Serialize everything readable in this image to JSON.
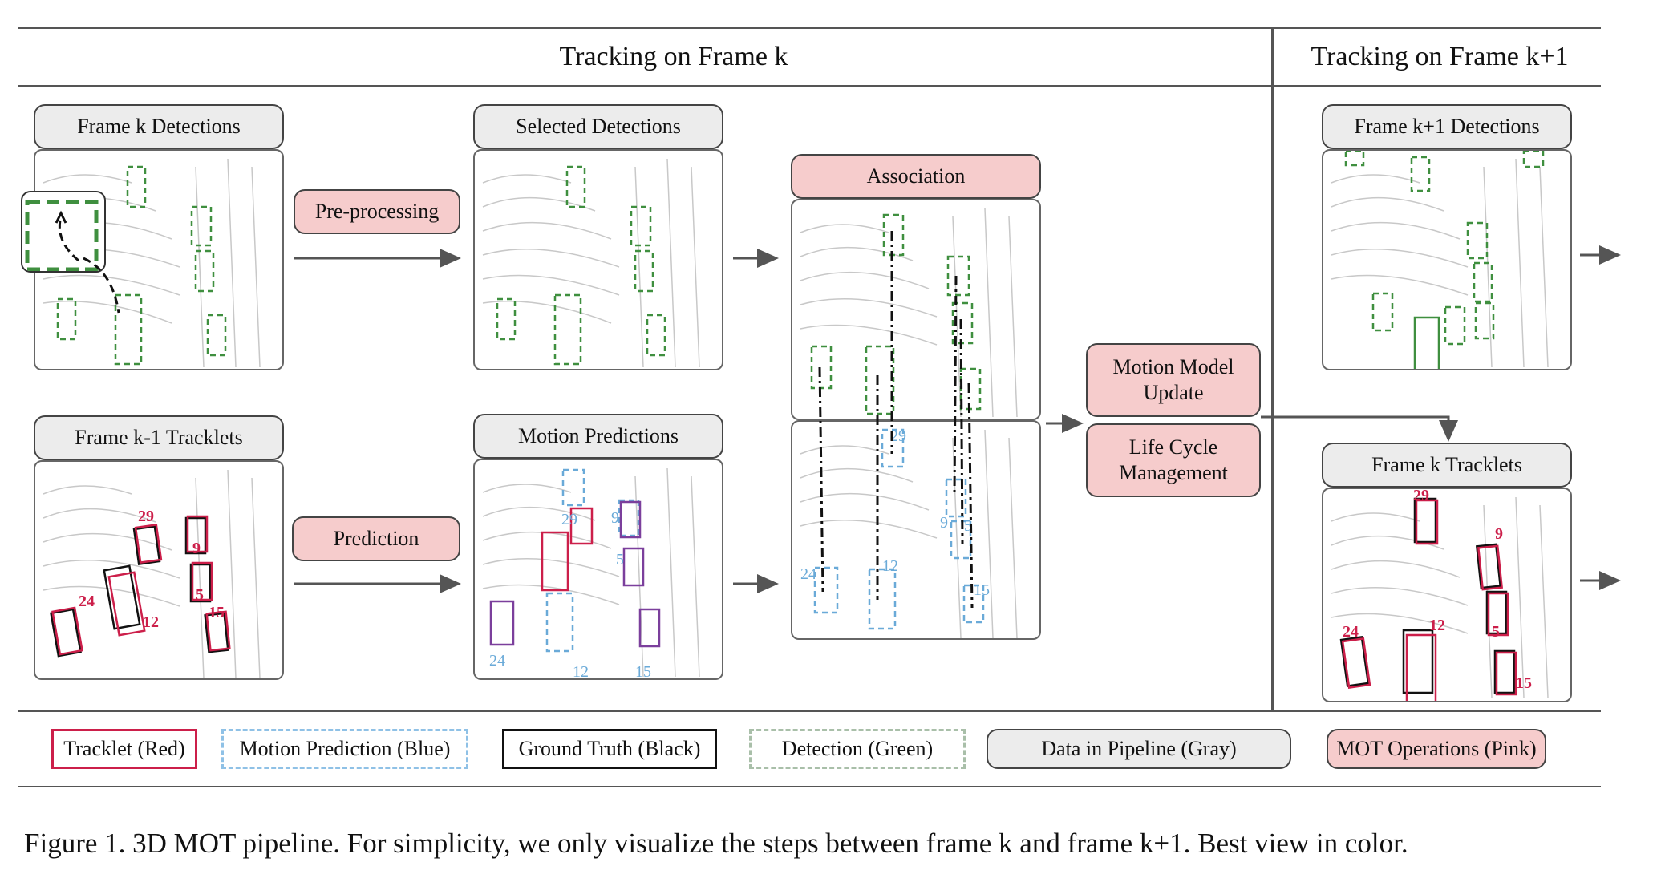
{
  "headers": {
    "frame_k": "Tracking on Frame k",
    "frame_k1": "Tracking on Frame k+1"
  },
  "data_labels": {
    "frame_k_detections": "Frame k Detections",
    "selected_detections": "Selected Detections",
    "frame_k1_detections": "Frame k+1 Detections",
    "frame_km1_tracklets": "Frame k-1 Tracklets",
    "motion_predictions": "Motion Predictions",
    "frame_k_tracklets": "Frame k Tracklets"
  },
  "operations": {
    "preprocessing": "Pre-processing",
    "prediction": "Prediction",
    "association": "Association",
    "motion_update_line1": "Motion Model",
    "motion_update_line2": "Update",
    "lifecycle_line1": "Life Cycle",
    "lifecycle_line2": "Management"
  },
  "track_ids": {
    "t24": "24",
    "t29": "29",
    "t12": "12",
    "t9": "9",
    "t5": "5",
    "t15": "15"
  },
  "legend": {
    "tracklet": "Tracklet (Red)",
    "motion_prediction": "Motion Prediction (Blue)",
    "ground_truth": "Ground Truth (Black)",
    "detection": "Detection (Green)",
    "data_in_pipeline": "Data in Pipeline (Gray)",
    "mot_operations": "MOT Operations (Pink)"
  },
  "colors": {
    "tracklet": "#cc1f4a",
    "motion_prediction": "#6aaad8",
    "ground_truth": "#111111",
    "detection": "#3f8f3f",
    "data_gray": "#ececec",
    "op_pink": "#f6cccc"
  },
  "caption": "Figure 1. 3D MOT pipeline. For simplicity, we only visualize the steps between frame k and frame k+1. Best view in color."
}
